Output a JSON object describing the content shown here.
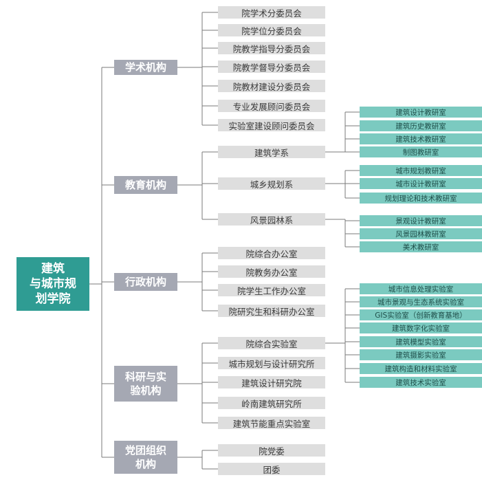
{
  "root": {
    "label": "建筑\n与城市规\n划学院"
  },
  "branches": [
    {
      "label": "学术机构",
      "children": [
        {
          "label": "院学术分委员会"
        },
        {
          "label": "院学位分委员会"
        },
        {
          "label": "院教学指导分委员会"
        },
        {
          "label": "院教学督导分委员会"
        },
        {
          "label": "院教材建设分委员会"
        },
        {
          "label": "专业发展顾问委员会"
        },
        {
          "label": "实验室建设顾问委员会"
        }
      ]
    },
    {
      "label": "教育机构",
      "children": [
        {
          "label": "建筑学系",
          "children": [
            "建筑设计教研室",
            "建筑历史教研室",
            "建筑技术教研室",
            "制图教研室"
          ]
        },
        {
          "label": "城乡规划系",
          "children": [
            "城市规划教研室",
            "城市设计教研室",
            "规划理论和技术教研室"
          ]
        },
        {
          "label": "风景园林系",
          "children": [
            "景观设计教研室",
            "风景园林教研室",
            "美术教研室"
          ]
        }
      ]
    },
    {
      "label": "行政机构",
      "children": [
        {
          "label": "院综合办公室"
        },
        {
          "label": "院教务办公室"
        },
        {
          "label": "院学生工作办公室"
        },
        {
          "label": "院研究生和科研办公室"
        }
      ]
    },
    {
      "label": "科研与实\n验机构",
      "children": [
        {
          "label": "院综合实验室",
          "children": [
            "城市信息处理实验室",
            "城市景观与生态系统实验室",
            "GIS实验室（创新教育基地）",
            "建筑数字化实验室",
            "建筑模型实验室",
            "建筑摄影实验室",
            "建筑构造和材料实验室",
            "建筑技术实验室"
          ]
        },
        {
          "label": "城市规划与设计研究所"
        },
        {
          "label": "建筑设计研究院"
        },
        {
          "label": "岭南建筑研究所"
        },
        {
          "label": "建筑节能重点实验室"
        }
      ]
    },
    {
      "label": "党团组织\n机构",
      "children": [
        {
          "label": "院党委"
        },
        {
          "label": "团委"
        }
      ]
    }
  ]
}
